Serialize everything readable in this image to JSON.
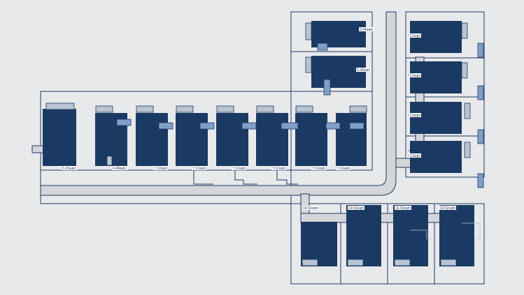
{
  "colors": {
    "background": "#e8e9eb",
    "lot_line": "#1b3a63",
    "building": "#1b3a63",
    "road": "#d4d6d9",
    "road_edge": "#1b3a63",
    "accent_box": "#7f9fc7",
    "light_box": "#b9c3d1",
    "label_bg": "#ffffff"
  },
  "labels": {
    "lot_a": "5.15sqm",
    "lot_b": "6.48sqm",
    "lot_c": "7.12sqm",
    "lot_d": "7.12sqm",
    "lot_e": "7.12sqm",
    "lot_f": "7.12sqm",
    "lot_g": "7.12sqm",
    "lot_h": "7.12sqm",
    "lot_top1": "6.44sqm",
    "lot_top2": "5.34sqm",
    "lot_r1": "7.12sqm",
    "lot_r2": "7.12sqm",
    "lot_r3": "7.12sqm",
    "lot_r4": "7.12sqm",
    "lot_b1": "10.52sqm",
    "lot_b2": "10.52sqm",
    "lot_b3": "10.52sqm",
    "lot_b4": "10.52sqm"
  }
}
